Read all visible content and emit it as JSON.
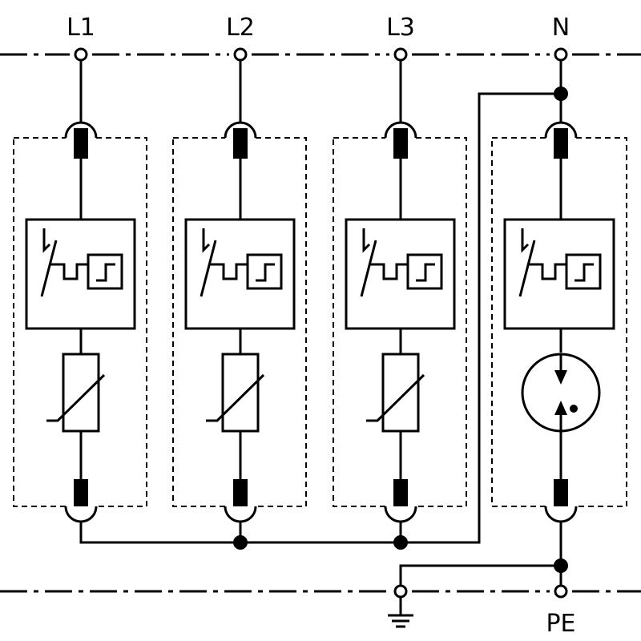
{
  "terminals": {
    "l1": "L1",
    "l2": "L2",
    "l3": "L3",
    "n": "N",
    "pe": "PE"
  },
  "modules": [
    {
      "phase": "L1",
      "component": "varistor"
    },
    {
      "phase": "L2",
      "component": "varistor"
    },
    {
      "phase": "L3",
      "component": "varistor"
    },
    {
      "phase": "N",
      "component": "spark-gap"
    }
  ],
  "colors": {
    "stroke": "#000000",
    "background": "#ffffff"
  }
}
